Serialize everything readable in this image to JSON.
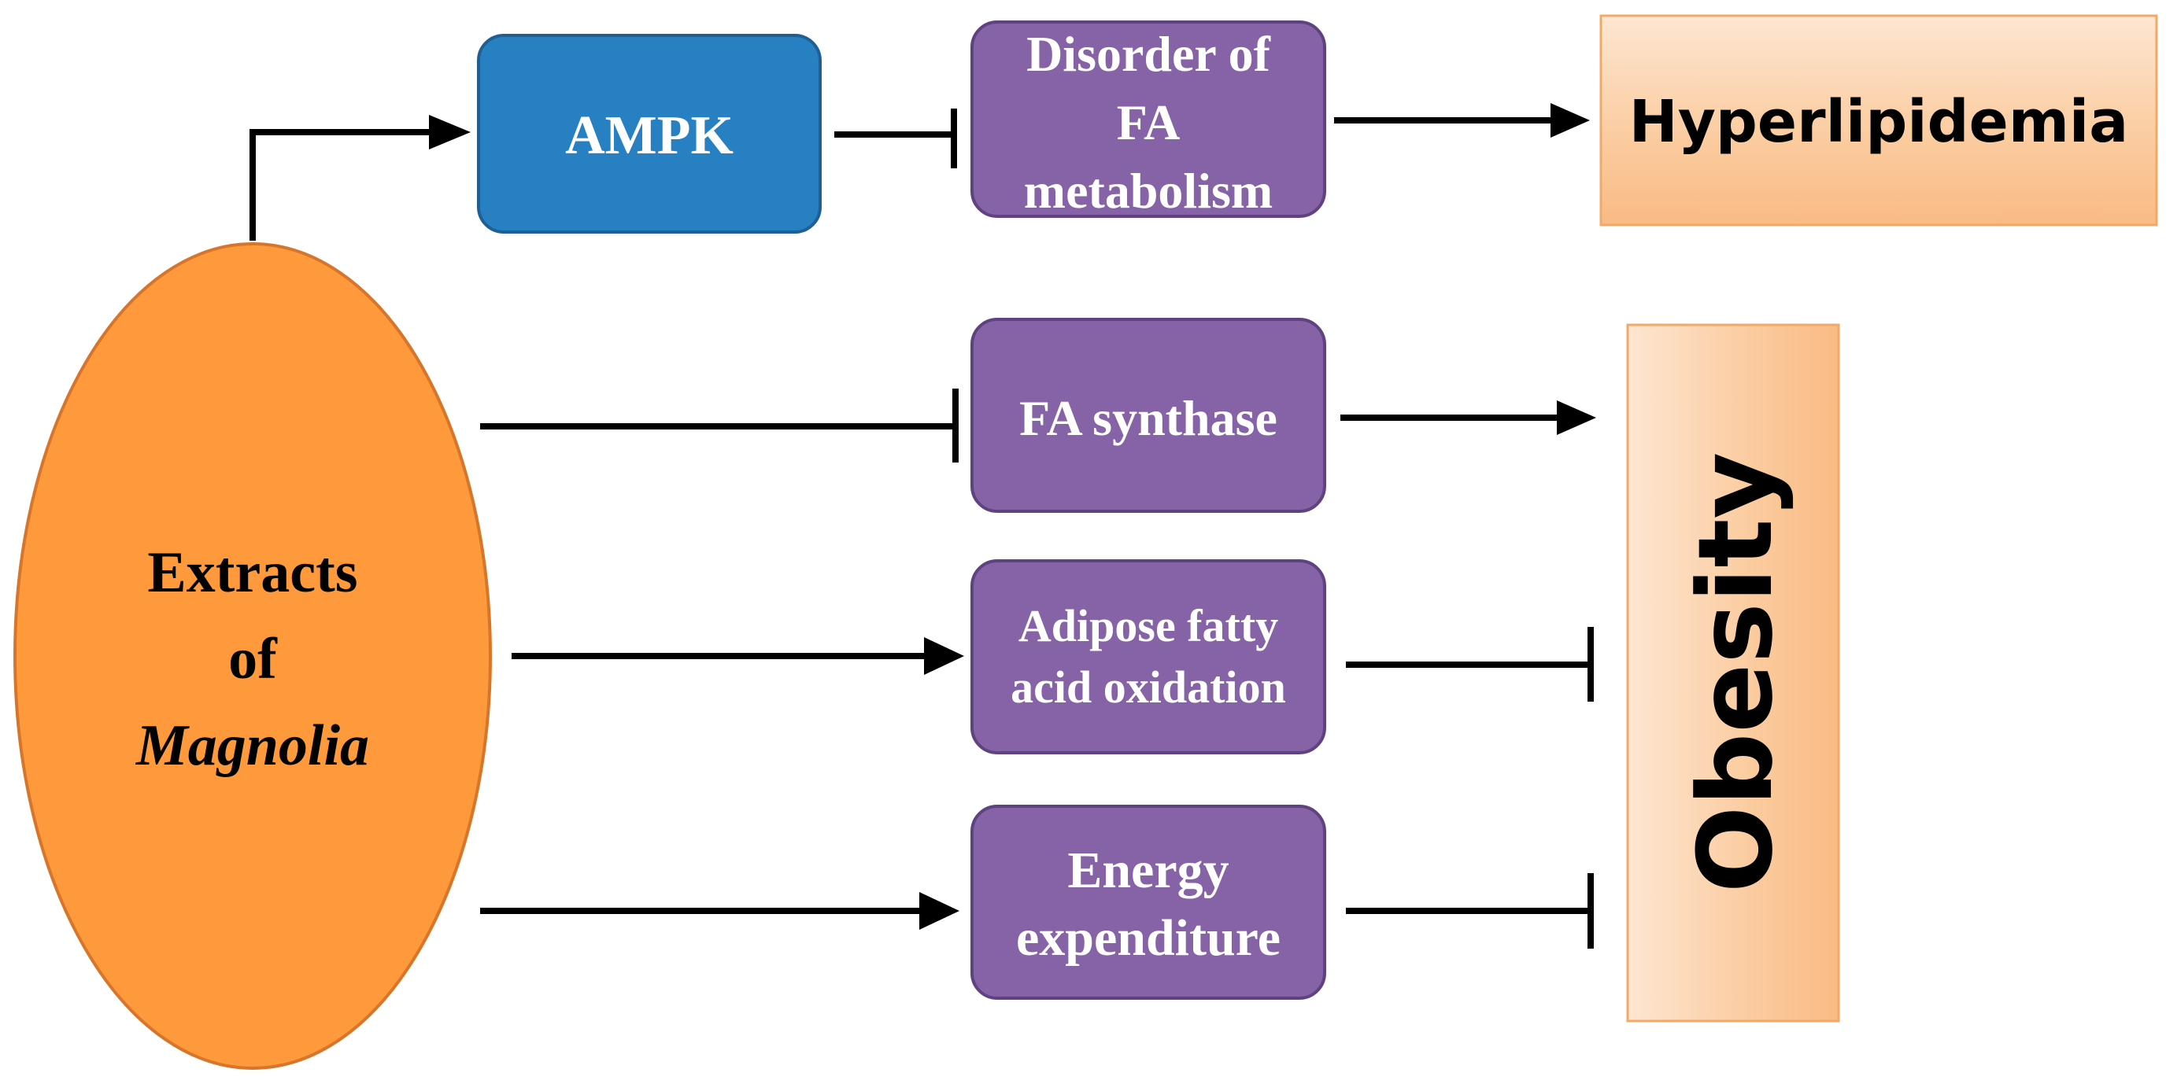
{
  "source_node": {
    "line1": "Extracts",
    "line2": "of",
    "line3": "Magnolia",
    "color": "#FF9A3C"
  },
  "nodes": {
    "ampk": {
      "label": "AMPK",
      "color": "#2780C2"
    },
    "disorder_fa": {
      "line1": "Disorder of",
      "line2": "FA",
      "line3": "metabolism",
      "color": "#8662A6"
    },
    "fa_synthase": {
      "label": "FA synthase",
      "color": "#8662A6"
    },
    "adipose_oxidation": {
      "line1": "Adipose fatty",
      "line2": "acid oxidation",
      "color": "#8662A6"
    },
    "energy_expenditure": {
      "line1": "Energy",
      "line2": "expenditure",
      "color": "#8662A6"
    }
  },
  "outcomes": {
    "hyperlipidemia": {
      "label": "Hyperlipidemia",
      "color": "#FAC090"
    },
    "obesity": {
      "label": "Obesity",
      "color": "#FAC090"
    }
  },
  "edges": [
    {
      "from": "source_node",
      "to": "ampk",
      "type": "activation"
    },
    {
      "from": "ampk",
      "to": "disorder_fa",
      "type": "inhibition"
    },
    {
      "from": "disorder_fa",
      "to": "hyperlipidemia",
      "type": "activation"
    },
    {
      "from": "source_node",
      "to": "fa_synthase",
      "type": "inhibition"
    },
    {
      "from": "fa_synthase",
      "to": "obesity",
      "type": "activation"
    },
    {
      "from": "source_node",
      "to": "adipose_oxidation",
      "type": "activation"
    },
    {
      "from": "adipose_oxidation",
      "to": "obesity",
      "type": "inhibition"
    },
    {
      "from": "source_node",
      "to": "energy_expenditure",
      "type": "activation"
    },
    {
      "from": "energy_expenditure",
      "to": "obesity",
      "type": "inhibition"
    }
  ]
}
